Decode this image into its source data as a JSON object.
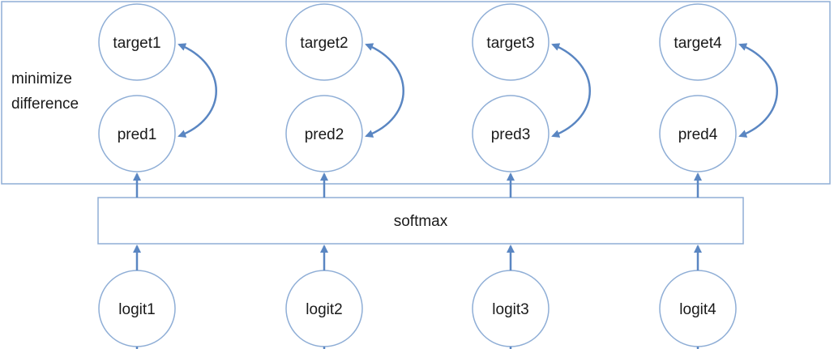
{
  "diagram": {
    "group_label_line1": "minimize",
    "group_label_line2": "difference",
    "softmax_label": "softmax",
    "columns": [
      {
        "target": "target1",
        "pred": "pred1",
        "logit": "logit1"
      },
      {
        "target": "target2",
        "pred": "pred2",
        "logit": "logit2"
      },
      {
        "target": "target3",
        "pred": "pred3",
        "logit": "logit3"
      },
      {
        "target": "target4",
        "pred": "pred4",
        "logit": "logit4"
      }
    ]
  },
  "colors": {
    "stroke": "#7f9fcc",
    "arrow": "#5a86c2",
    "text": "#1a1a1a"
  }
}
